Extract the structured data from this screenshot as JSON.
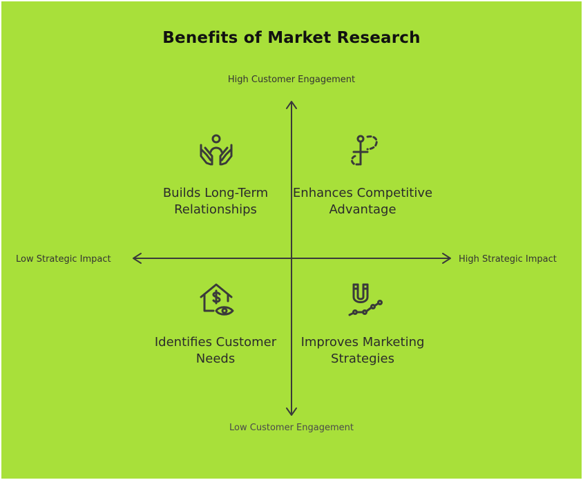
{
  "title": "Benefits of Market Research",
  "axes": {
    "y_top": "High Customer Engagement",
    "y_bottom": "Low Customer Engagement",
    "x_left": "Low Strategic Impact",
    "x_right": "High Strategic Impact"
  },
  "quadrants": {
    "top_left": {
      "label": "Builds Long-Term Relationships",
      "icon": "hands-person-icon"
    },
    "top_right": {
      "label": "Enhances Competitive Advantage",
      "icon": "path-flag-icon"
    },
    "bottom_left": {
      "label": "Identifies Customer Needs",
      "icon": "house-dollar-eye-icon"
    },
    "bottom_right": {
      "label": "Improves Marketing Strategies",
      "icon": "magnet-trend-icon"
    }
  },
  "colors": {
    "background": "#a8e03a",
    "ink": "#3a3a3a",
    "title": "#111111"
  }
}
